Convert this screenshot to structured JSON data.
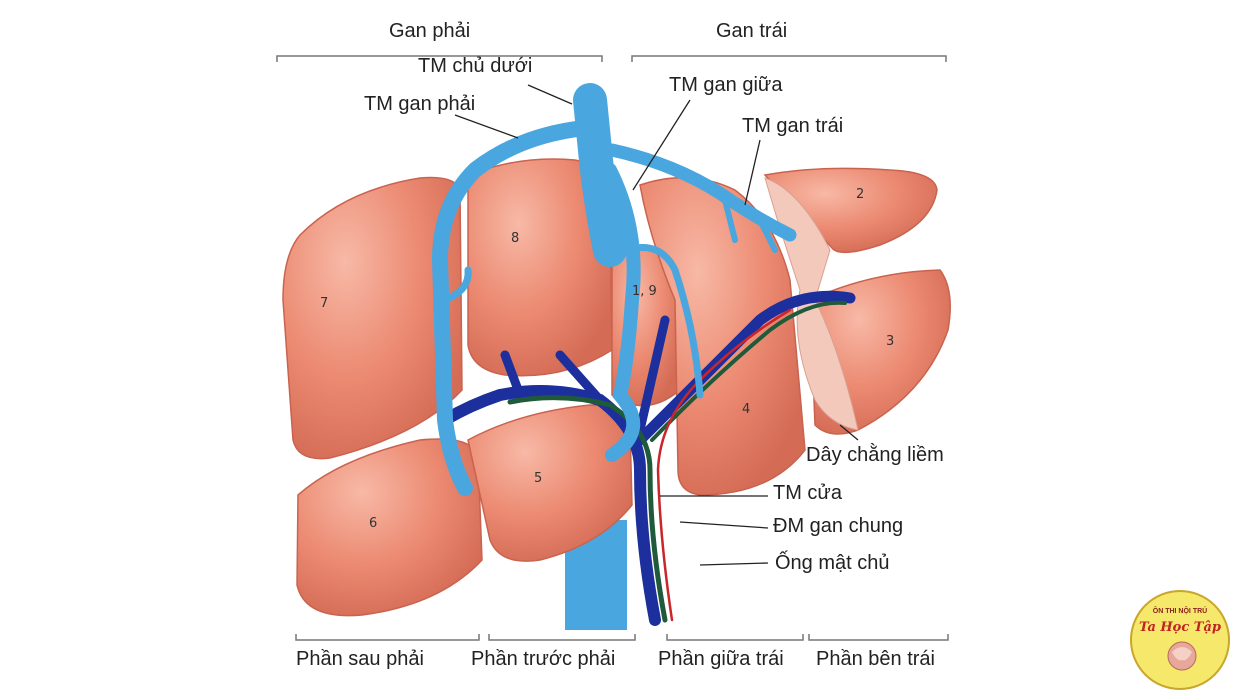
{
  "labels": {
    "right_liver": "Gan phải",
    "left_liver": "Gan trái",
    "ivc": "TM chủ dưới",
    "right_hepatic_vein": "TM gan phải",
    "middle_hepatic_vein": "TM gan giữa",
    "left_hepatic_vein": "TM gan trái",
    "falciform_ligament": "Dây chằng liềm",
    "portal_vein": "TM cửa",
    "common_hepatic_artery": "ĐM gan chung",
    "common_bile_duct": "Ống mật chủ",
    "right_posterior": "Phần sau phải",
    "right_anterior": "Phần trước phải",
    "left_medial": "Phần giữa trái",
    "left_lateral": "Phần bên trái"
  },
  "segments": [
    "7",
    "8",
    "1, 9",
    "2",
    "3",
    "4",
    "5",
    "6"
  ],
  "logo": {
    "line1": "ÔN THI NỘI TRÚ",
    "line2": "Ta Học Tập"
  },
  "colors": {
    "liver": "#ec8a72",
    "liver_shadow": "#cf6a55",
    "hepatic_vein": "#4aa6de",
    "portal_vein": "#1c2f9c",
    "bile_duct": "#1f5a3a",
    "artery": "#c8262a",
    "ligament": "#f3c9bc"
  }
}
